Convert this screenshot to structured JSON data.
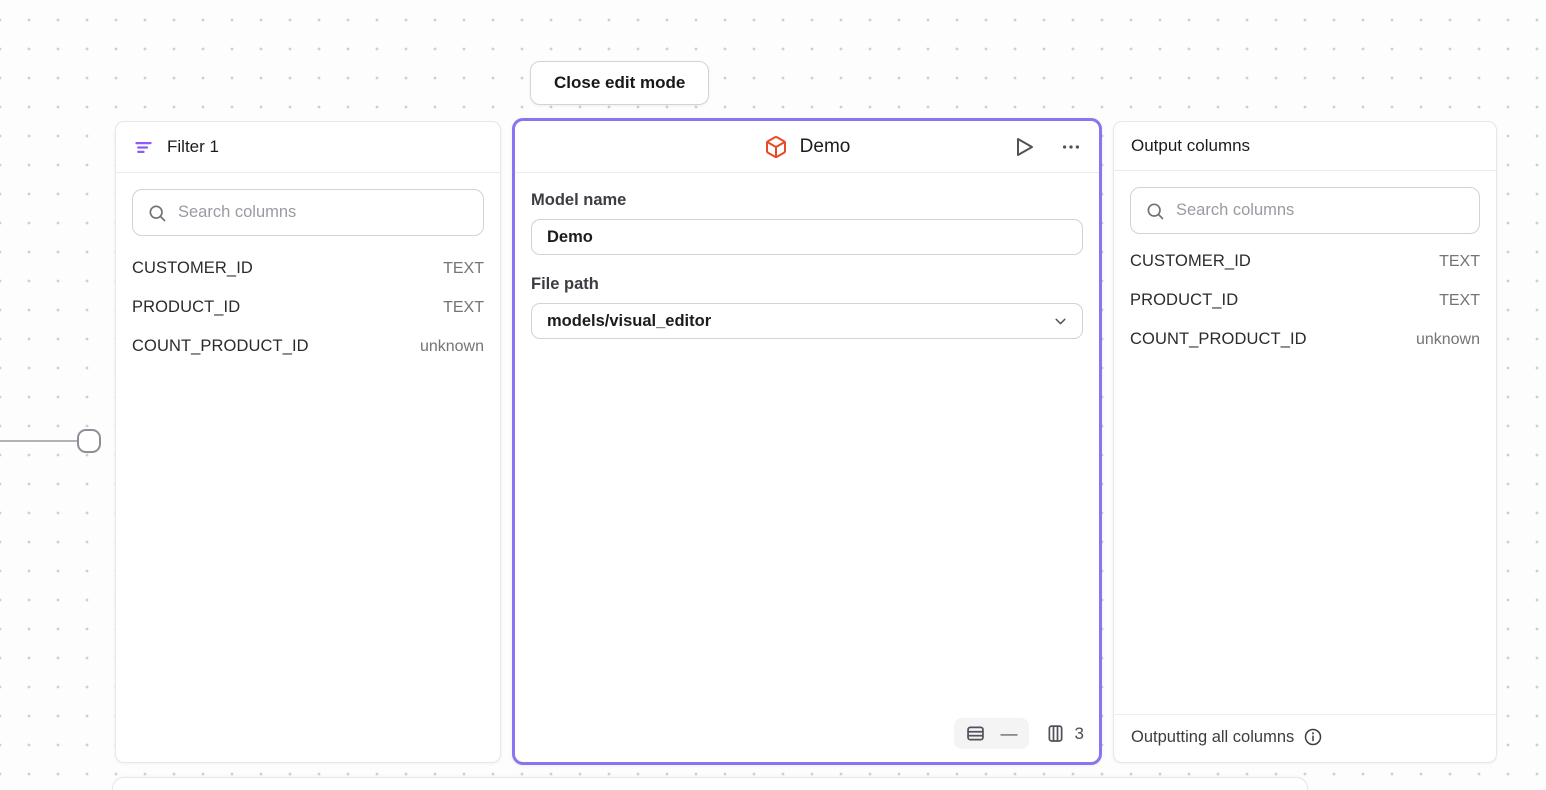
{
  "toolbar": {
    "close_edit_label": "Close edit mode"
  },
  "filter_panel": {
    "title": "Filter 1",
    "search_placeholder": "Search columns",
    "columns": [
      {
        "name": "CUSTOMER_ID",
        "type": "TEXT"
      },
      {
        "name": "PRODUCT_ID",
        "type": "TEXT"
      },
      {
        "name": "COUNT_PRODUCT_ID",
        "type": "unknown"
      }
    ]
  },
  "model_panel": {
    "title": "Demo",
    "model_name_label": "Model name",
    "model_name_value": "Demo",
    "file_path_label": "File path",
    "file_path_value": "models/visual_editor",
    "row_count": "—",
    "column_count": "3"
  },
  "output_panel": {
    "title": "Output columns",
    "search_placeholder": "Search columns",
    "columns": [
      {
        "name": "CUSTOMER_ID",
        "type": "TEXT"
      },
      {
        "name": "PRODUCT_ID",
        "type": "TEXT"
      },
      {
        "name": "COUNT_PRODUCT_ID",
        "type": "unknown"
      }
    ],
    "footer_text": "Outputting all columns"
  },
  "icons": {
    "filter": "filter-lines-icon",
    "search": "search-icon",
    "model": "cube-icon",
    "run": "play-icon",
    "menu": "ellipsis-icon",
    "dropdown": "chevron-down-icon",
    "rows": "table-rows-icon",
    "columns": "table-columns-icon",
    "info": "info-icon"
  },
  "colors": {
    "selection_purple": "#8b74f0",
    "filter_icon_purple": "#8b5cf6",
    "model_icon_orange": "#e84a26",
    "canvas_dot": "#cfcfd4",
    "panel_border": "#e7e7ea",
    "muted_text": "#747479"
  }
}
